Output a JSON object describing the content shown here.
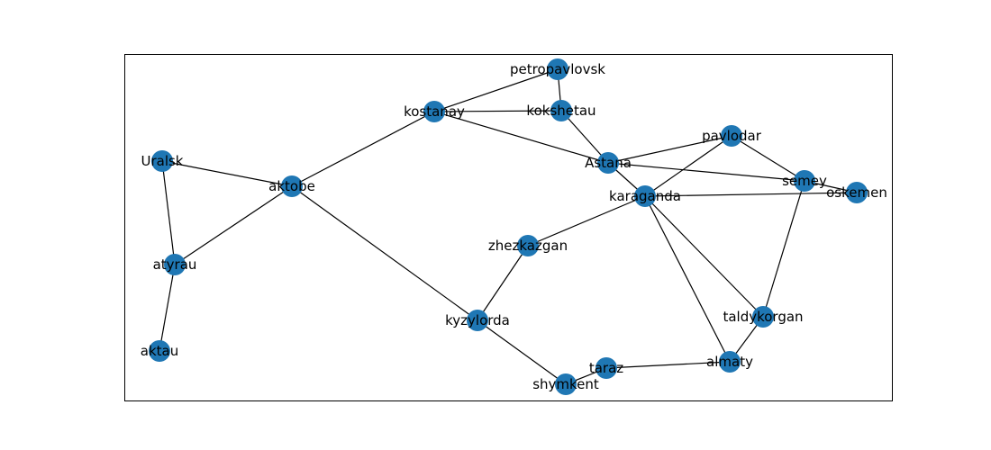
{
  "graph": {
    "node_color": "#1f77b4",
    "edge_color": "#000000",
    "nodes": [
      {
        "id": "petropavlovsk",
        "label": "petropavlovsk"
      },
      {
        "id": "kokshetau",
        "label": "kokshetau"
      },
      {
        "id": "kostanay",
        "label": "kostanay"
      },
      {
        "id": "pavlodar",
        "label": "pavlodar"
      },
      {
        "id": "Astana",
        "label": "Astana"
      },
      {
        "id": "semey",
        "label": "semey"
      },
      {
        "id": "oskemen",
        "label": "oskemen"
      },
      {
        "id": "karaganda",
        "label": "karaganda"
      },
      {
        "id": "Uralsk",
        "label": "Uralsk"
      },
      {
        "id": "aktobe",
        "label": "aktobe"
      },
      {
        "id": "atyrau",
        "label": "atyrau"
      },
      {
        "id": "aktau",
        "label": "aktau"
      },
      {
        "id": "zhezkazgan",
        "label": "zhezkazgan"
      },
      {
        "id": "kyzylorda",
        "label": "kyzylorda"
      },
      {
        "id": "taldykorgan",
        "label": "taldykorgan"
      },
      {
        "id": "almaty",
        "label": "almaty"
      },
      {
        "id": "taraz",
        "label": "taraz"
      },
      {
        "id": "shymkent",
        "label": "shymkent"
      }
    ],
    "edges": [
      [
        "petropavlovsk",
        "kokshetau"
      ],
      [
        "petropavlovsk",
        "kostanay"
      ],
      [
        "kostanay",
        "kokshetau"
      ],
      [
        "kostanay",
        "Astana"
      ],
      [
        "kostanay",
        "aktobe"
      ],
      [
        "kokshetau",
        "Astana"
      ],
      [
        "Astana",
        "pavlodar"
      ],
      [
        "Astana",
        "semey"
      ],
      [
        "Astana",
        "karaganda"
      ],
      [
        "pavlodar",
        "semey"
      ],
      [
        "pavlodar",
        "karaganda"
      ],
      [
        "semey",
        "oskemen"
      ],
      [
        "semey",
        "taldykorgan"
      ],
      [
        "karaganda",
        "oskemen"
      ],
      [
        "karaganda",
        "zhezkazgan"
      ],
      [
        "karaganda",
        "taldykorgan"
      ],
      [
        "karaganda",
        "almaty"
      ],
      [
        "taldykorgan",
        "almaty"
      ],
      [
        "almaty",
        "taraz"
      ],
      [
        "taraz",
        "shymkent"
      ],
      [
        "shymkent",
        "kyzylorda"
      ],
      [
        "kyzylorda",
        "zhezkazgan"
      ],
      [
        "kyzylorda",
        "aktobe"
      ],
      [
        "aktobe",
        "Uralsk"
      ],
      [
        "aktobe",
        "atyrau"
      ],
      [
        "Uralsk",
        "atyrau"
      ],
      [
        "atyrau",
        "aktau"
      ]
    ]
  }
}
